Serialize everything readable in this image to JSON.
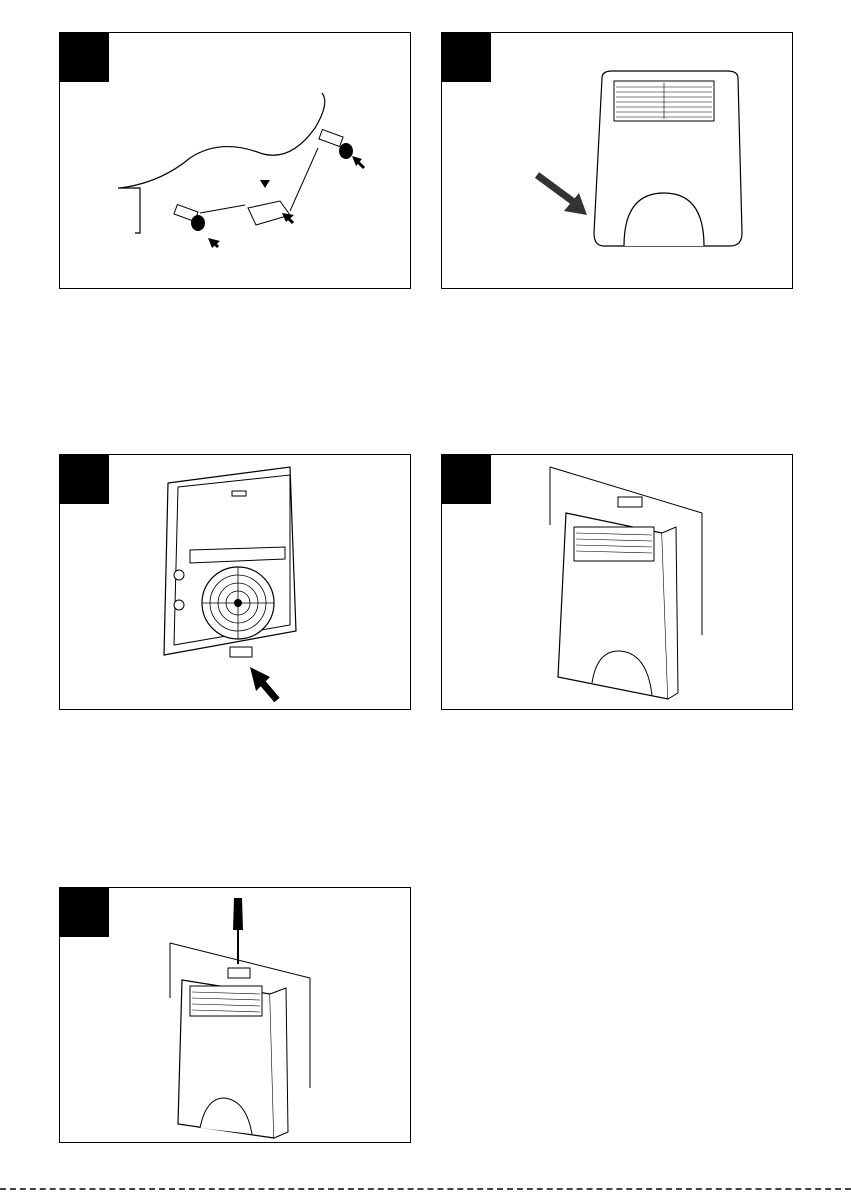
{
  "page": {
    "panels": [
      {
        "id": "step-1",
        "badge": "",
        "illustration": "wall-bracket-screws"
      },
      {
        "id": "step-2",
        "badge": "",
        "illustration": "heater-front-cover"
      },
      {
        "id": "step-3",
        "badge": "",
        "illustration": "heater-rear-bracket"
      },
      {
        "id": "step-4",
        "badge": "",
        "illustration": "heater-mounting-on-wall"
      },
      {
        "id": "step-5",
        "badge": "",
        "illustration": "screwdriver-fixing"
      }
    ]
  },
  "colors": {
    "ink": "#000000",
    "paper": "#ffffff",
    "arrow": "#333333"
  }
}
